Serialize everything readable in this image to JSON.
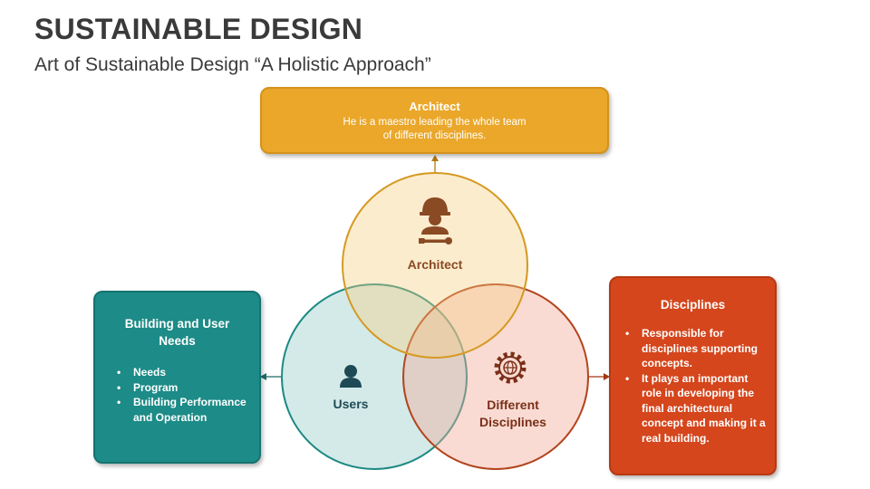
{
  "header": {
    "title": "SUSTAINABLE DESIGN",
    "subtitle": "Art of Sustainable Design “A Holistic Approach”"
  },
  "top_box": {
    "title": "Architect",
    "description": "He is a maestro leading the whole team of different disciplines."
  },
  "left_box": {
    "title": "Building and User Needs",
    "items": [
      "Needs",
      "Program",
      "Building Performance and Operation"
    ]
  },
  "right_box": {
    "title": "Disciplines",
    "items": [
      "Responsible for disciplines supporting concepts.",
      "It plays an important role in developing the final architectural concept and making it a real building."
    ]
  },
  "circles": {
    "architect": {
      "label": "Architect",
      "icon": "architect-worker-icon"
    },
    "users": {
      "label": "Users",
      "icon": "user-icon"
    },
    "disciplines": {
      "label_line1": "Different",
      "label_line2": "Disciplines",
      "icon": "gear-globe-icon"
    }
  },
  "colors": {
    "orange": "#eaa72a",
    "teal": "#1d8b87",
    "red_orange": "#d5461c",
    "title_text": "#3a3a3a"
  }
}
